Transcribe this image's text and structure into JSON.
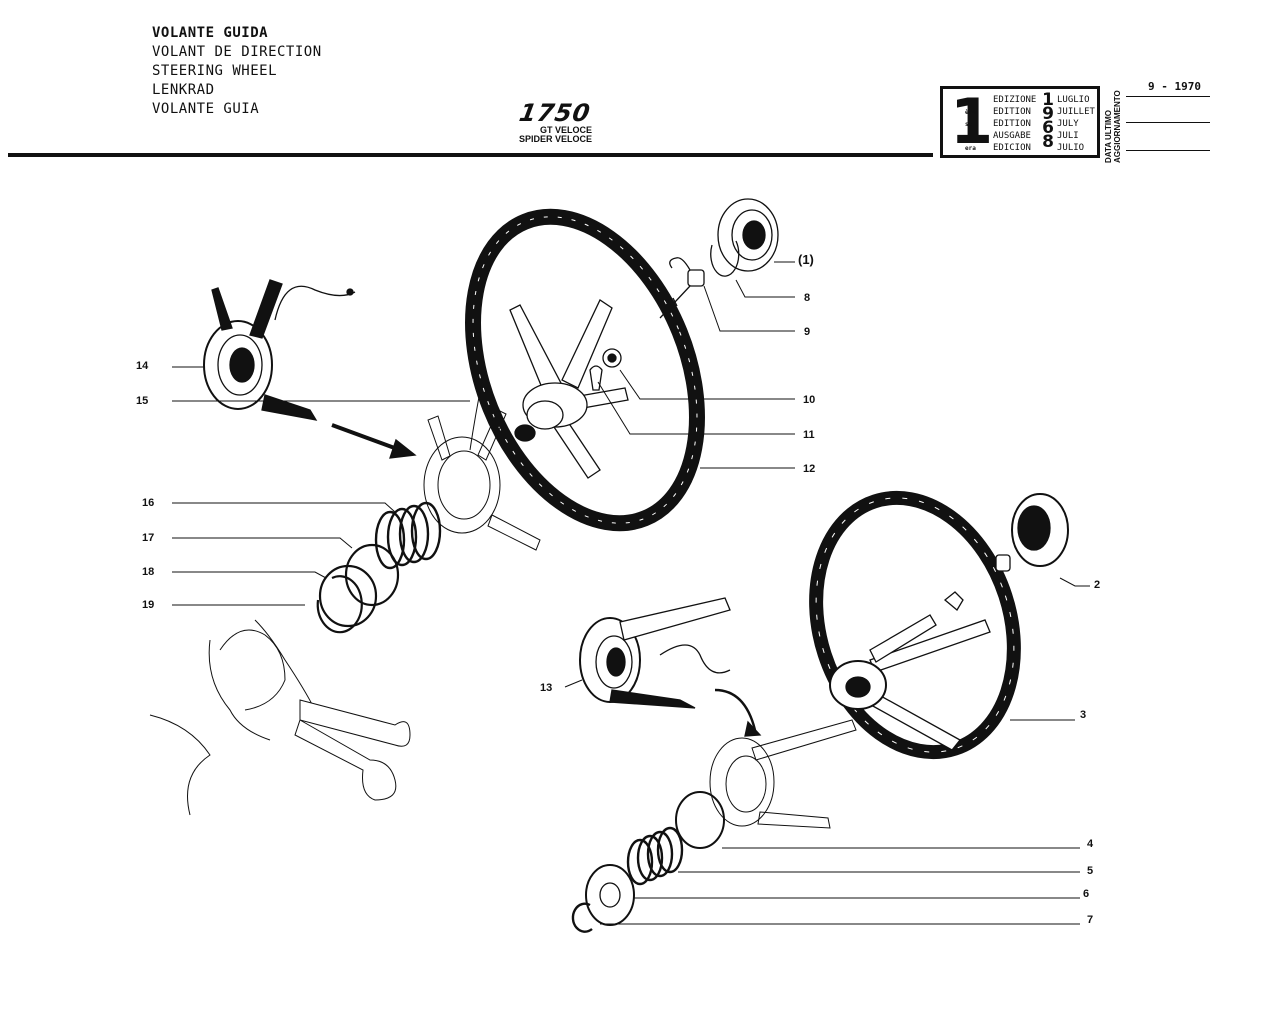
{
  "title": {
    "lines": [
      "VOLANTE GUIDA",
      "VOLANT DE DIRECTION",
      "STEERING WHEEL",
      "LENKRAD",
      "VOLANTE GUIA"
    ]
  },
  "model": {
    "number": "1750",
    "line1": "GT VELOCE",
    "line2": "SPIDER VELOCE"
  },
  "edition": {
    "big_numeral": "1",
    "superscripts": [
      "a",
      "ère",
      "st",
      ".",
      "era"
    ],
    "words": [
      "EDIZIONE",
      "EDITION",
      "EDITION",
      "AUSGABE",
      "EDICION"
    ],
    "year": "1968",
    "months": [
      "LUGLIO",
      "JUILLET",
      "JULY",
      "JULI",
      "JULIO"
    ]
  },
  "update": {
    "label_line1": "DATA ULTIMO",
    "label_line2": "AGGIORNAMENTO",
    "date": "9 - 1970"
  },
  "callouts": [
    "(1)",
    "8",
    "9",
    "10",
    "11",
    "12",
    "14",
    "15",
    "16",
    "17",
    "18",
    "19",
    "2",
    "3",
    "13",
    "4",
    "5",
    "6",
    "7"
  ]
}
